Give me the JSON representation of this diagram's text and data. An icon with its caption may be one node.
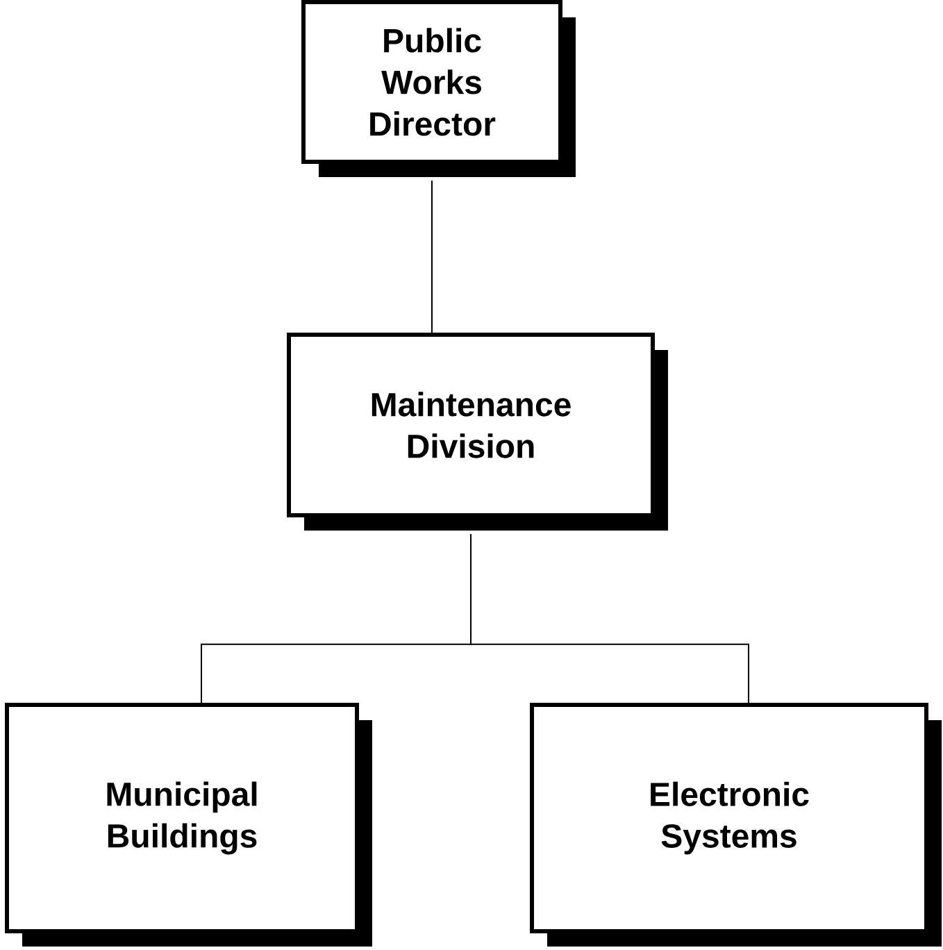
{
  "diagram": {
    "nodes": [
      {
        "text": [
          "Public Works Director"
        ]
      },
      {
        "text": [
          "Maintenance Division"
        ]
      },
      {
        "text": [
          "Municipal Buildings"
        ]
      },
      {
        "text": [
          "Electronic Systems"
        ]
      }
    ],
    "edges": [
      {
        "from": 0,
        "to": 1,
        "arrow": "none"
      },
      {
        "from": 1,
        "to": 2,
        "arrow": "none"
      },
      {
        "from": 1,
        "to": 3,
        "arrow": "none"
      }
    ]
  }
}
